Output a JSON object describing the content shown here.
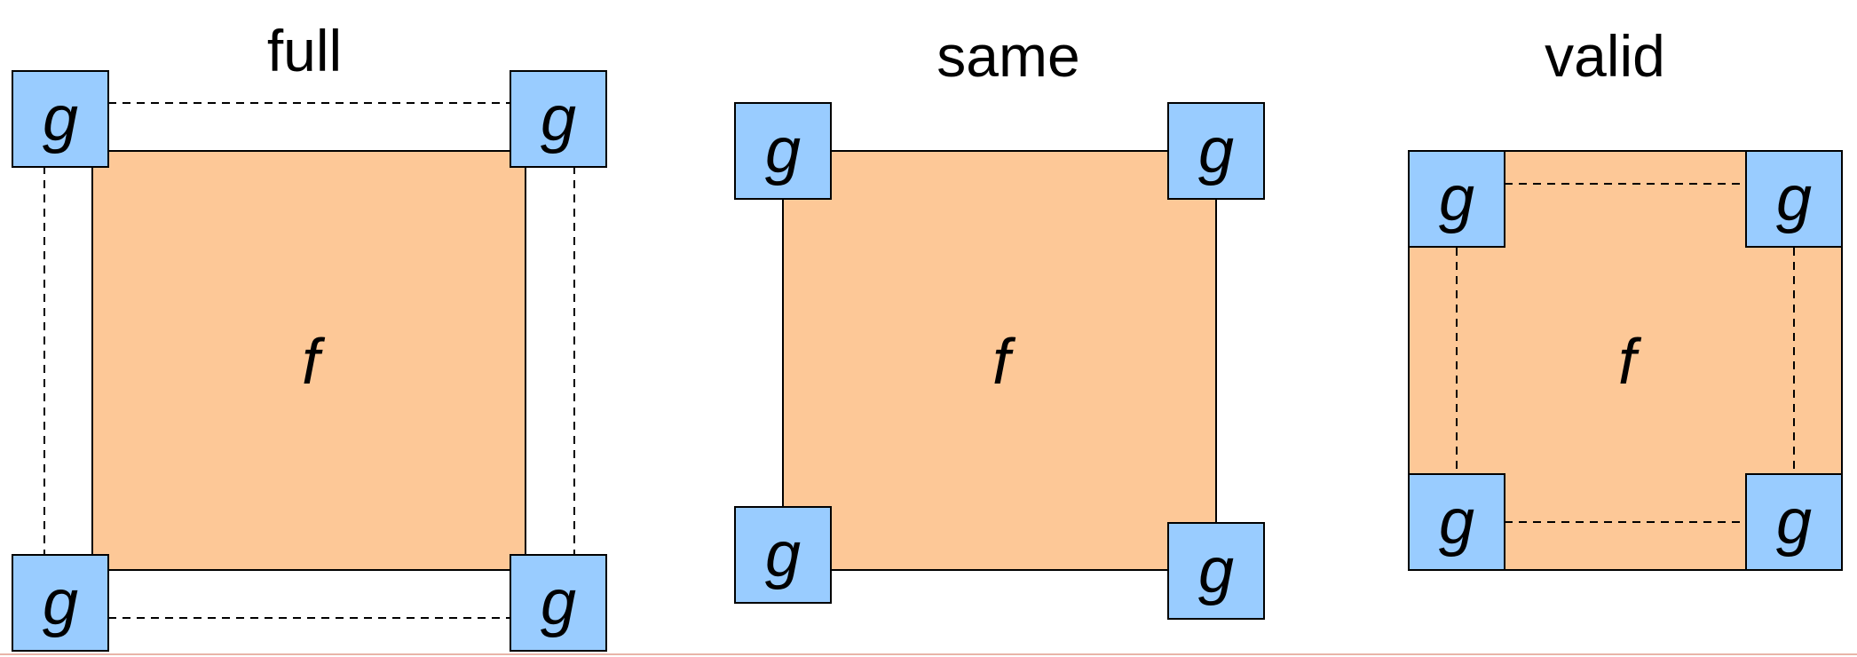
{
  "panels": [
    {
      "id": "full",
      "title": "full",
      "f_label": "f",
      "g_labels": [
        "g",
        "g",
        "g",
        "g"
      ]
    },
    {
      "id": "same",
      "title": "same",
      "f_label": "f",
      "g_labels": [
        "g",
        "g",
        "g",
        "g"
      ]
    },
    {
      "id": "valid",
      "title": "valid",
      "f_label": "f",
      "g_labels": [
        "g",
        "g",
        "g",
        "g"
      ]
    }
  ],
  "colors": {
    "f_fill": "#fdc897",
    "g_fill": "#99ccff",
    "stroke": "#000000"
  }
}
